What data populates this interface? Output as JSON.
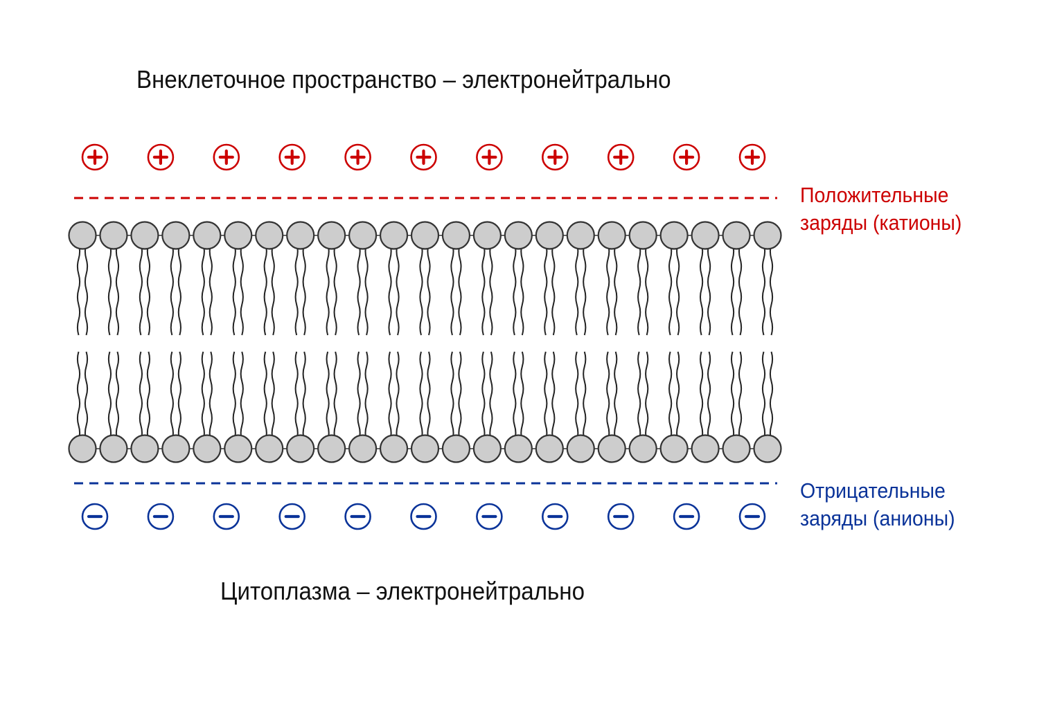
{
  "labels": {
    "extracellular": "Внеклеточное пространство – электронейтрально",
    "cytoplasm": "Цитоплазма – электронейтрально"
  },
  "legend": {
    "positive": [
      "Положительные",
      "заряды (катионы)"
    ],
    "negative": [
      "Отрицательные",
      "заряды (анионы)"
    ]
  },
  "colors": {
    "positive": "#cc0000",
    "negative": "#0a3399",
    "text": "#111111",
    "head_fill": "#cdcdcd",
    "head_stroke": "#333333"
  },
  "icons": {
    "cation": "plus-in-circle",
    "anion": "minus-in-circle"
  },
  "counts": {
    "cations": 11,
    "anions": 11,
    "lipids_per_leaflet": 23
  }
}
